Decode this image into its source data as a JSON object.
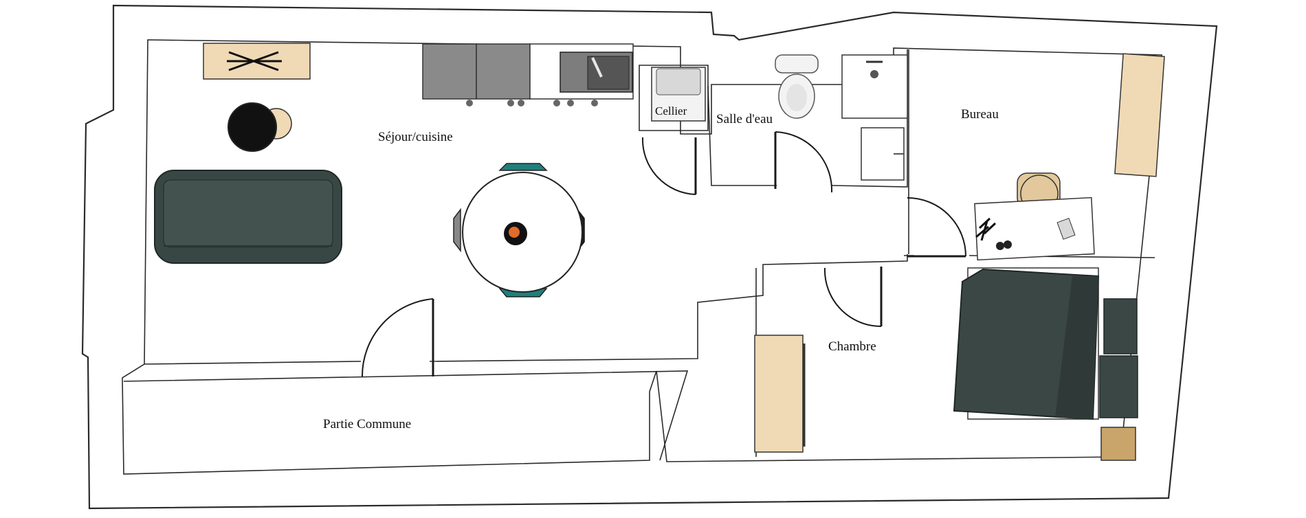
{
  "rooms": {
    "sejour": "Séjour/cuisine",
    "cellier": "Cellier",
    "salle_eau": "Salle d'eau",
    "bureau": "Bureau",
    "chambre": "Chambre",
    "partie_commune": "Partie Commune"
  },
  "colors": {
    "sofa": "#394744",
    "bed": "#3a4744",
    "wood": "#f0d9b5",
    "counter": "#8a8a8a",
    "chair_teal": "#1f7f7c"
  },
  "furniture_icons": [
    "sofa-icon",
    "coffee-table-icon",
    "round-side-table-icon",
    "stool-icon",
    "kitchen-counter-icon",
    "sink-icon",
    "dining-table-icon",
    "chair-icon",
    "washing-machine-icon",
    "toilet-icon",
    "shower-icon",
    "washbasin-icon",
    "desk-icon",
    "office-chair-icon",
    "plant-icon",
    "bed-icon",
    "nightstand-icon",
    "wardrobe-icon"
  ]
}
